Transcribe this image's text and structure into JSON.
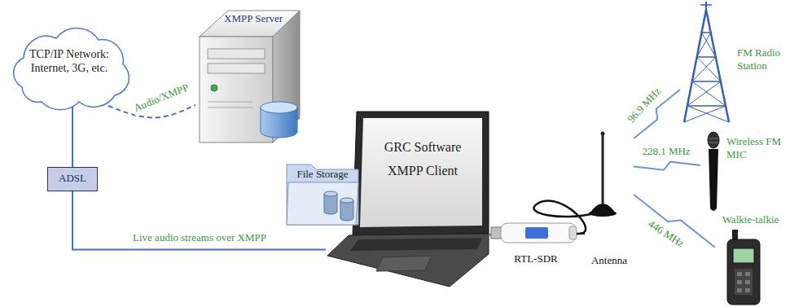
{
  "diagram": {
    "nodes": [
      {
        "text": [
          "TCP/IP Network: Internet, 3G, etc."
        ]
      },
      {
        "text": [
          "XMPP Server"
        ]
      },
      {
        "text": [
          "ADSL"
        ]
      },
      {
        "text": [
          "File Storage"
        ]
      },
      {
        "text": [
          "GRC Software",
          "XMPP Client"
        ]
      },
      {
        "text": [
          "RTL-SDR"
        ]
      },
      {
        "text": [
          "Antenna"
        ]
      },
      {
        "text": [
          "FM Radio Station"
        ]
      },
      {
        "text": [
          "Wireless FM MIC"
        ]
      },
      {
        "text": [
          "Walkie-talkie"
        ]
      }
    ],
    "edges": [
      {
        "from": 0,
        "to": 1,
        "arrow": "none",
        "label": "Audio/XMPP"
      },
      {
        "from": 0,
        "to": 2,
        "arrow": "none"
      },
      {
        "from": 2,
        "to": 4,
        "arrow": "none",
        "label": "Live audio streams over XMPP"
      },
      {
        "from": 4,
        "to": 5,
        "arrow": "none"
      },
      {
        "from": 5,
        "to": 6,
        "arrow": "none"
      },
      {
        "from": 6,
        "to": 7,
        "arrow": "none",
        "label": "96.9 MHz"
      },
      {
        "from": 6,
        "to": 8,
        "arrow": "none",
        "label": "228.1 MHz"
      },
      {
        "from": 6,
        "to": 9,
        "arrow": "none",
        "label": "446 MHz"
      }
    ]
  }
}
